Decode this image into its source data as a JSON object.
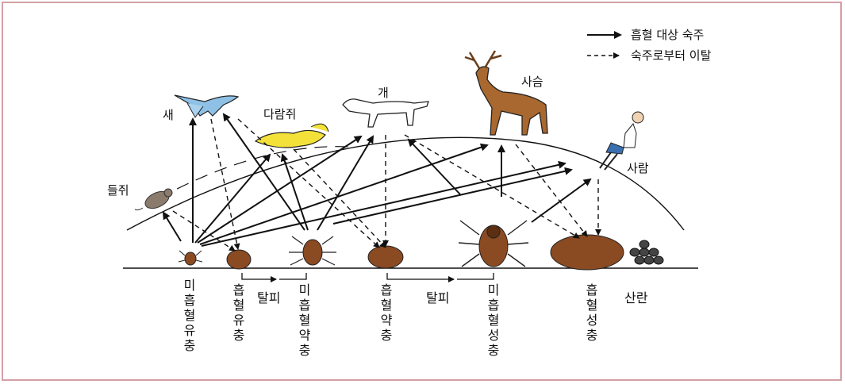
{
  "legend": {
    "solid": "흡혈 대상 숙주",
    "dashed": "숙주로부터 이탈"
  },
  "hosts": {
    "bird": "새",
    "squirrel": "다람쥐",
    "dog": "개",
    "deer": "사슴",
    "field_mouse": "들쥐",
    "human": "사람"
  },
  "stages": {
    "unfed_larva": "미흡혈유충",
    "fed_larva": "흡혈유충",
    "unfed_nymph": "미흡혈약충",
    "fed_nymph": "흡혈약충",
    "unfed_adult": "미흡혈성충",
    "fed_adult": "흡혈성충",
    "eggs": "산란"
  },
  "molt_labels": {
    "first": "탈피",
    "second": "탈피"
  },
  "colors": {
    "arrow": "#111111",
    "frame_border": "#d4a0a6",
    "bird": "#8fc1e6",
    "squirrel": "#f3e13a",
    "deer": "#a8682f",
    "tick": "#8a4a22"
  }
}
